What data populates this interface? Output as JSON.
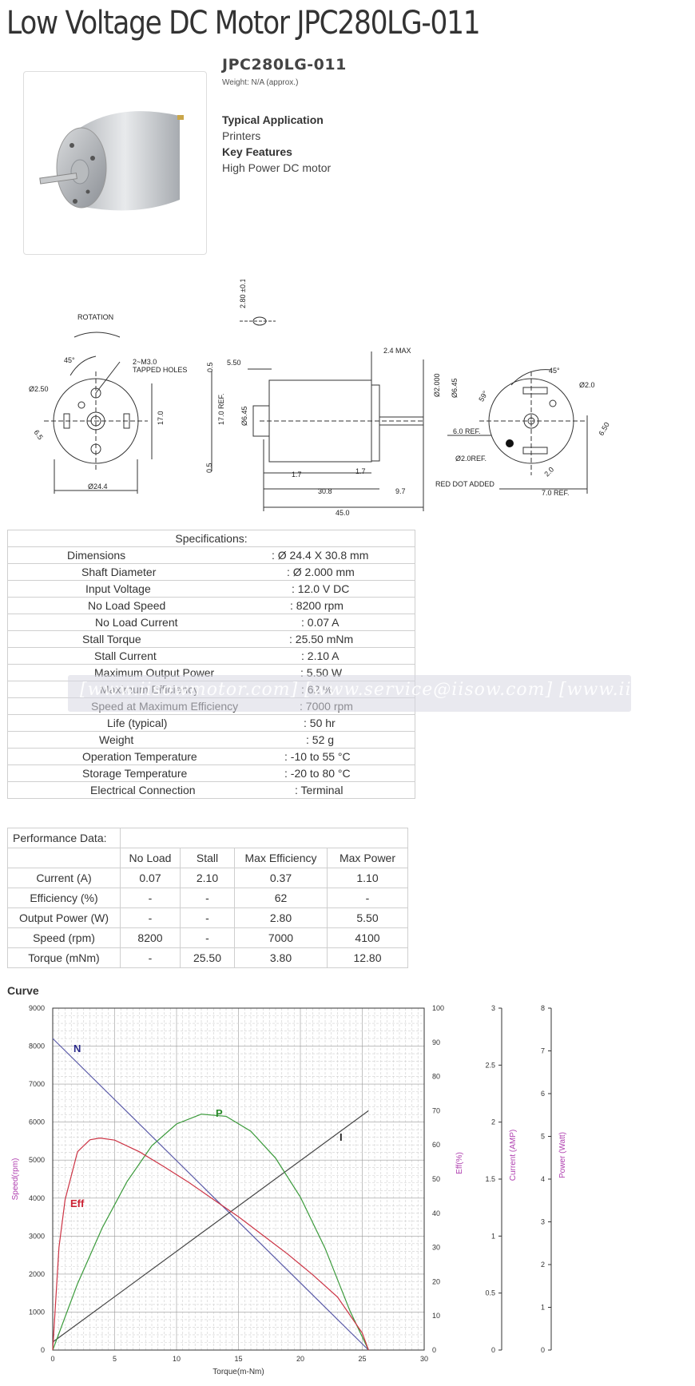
{
  "page": {
    "title": "Low Voltage DC Motor JPC280LG-011"
  },
  "product": {
    "model": "JPC280LG-011",
    "weight": "Weight: N/A (approx.)",
    "typical_application_label": "Typical Application",
    "typical_application": "Printers",
    "key_features_label": "Key Features",
    "key_features": "High Power DC motor"
  },
  "drawing": {
    "rotation": "ROTATION",
    "tapped_holes_1": "2~M3.0",
    "tapped_holes_2": "TAPPED HOLES",
    "angle_45": "45°",
    "angle_45b": "45°",
    "angle_59": "59°",
    "d250": "Ø2.50",
    "d244": "Ø24.4",
    "d17": "17.0",
    "d65": "6.5",
    "d280": "2.80 ±0.1",
    "d550": "5.50",
    "d05a": "0.5",
    "d05b": "0.5",
    "d170ref": "17.0 REF.",
    "d645": "Ø6.45",
    "d645b": "Ø6.45",
    "d2000": "Ø2.000",
    "d24max": "2.4 MAX",
    "d17a": "1.7",
    "d17b": "1.7",
    "d308": "30.8",
    "d97": "9.7",
    "d450": "45.0",
    "d20": "Ø2.0",
    "d60ref": "6.0 REF.",
    "d20ref": "Ø2.0REF.",
    "d650": "6.50",
    "d20b": "2.0",
    "d70ref": "7.0 REF.",
    "red_dot": "RED DOT ADDED"
  },
  "specifications": {
    "header": "Specifications:",
    "rows": [
      {
        "key": "Dimensions",
        "value": ":  Ø 24.4 X 30.8 mm"
      },
      {
        "key": "Shaft Diameter",
        "value": ":  Ø 2.000 mm"
      },
      {
        "key": "Input Voltage",
        "value": ":  12.0 V DC"
      },
      {
        "key": "No Load Speed",
        "value": ":  8200 rpm"
      },
      {
        "key": "No Load Current",
        "value": ":  0.07 A"
      },
      {
        "key": "Stall Torque",
        "value": ":  25.50 mNm"
      },
      {
        "key": "Stall Current",
        "value": ":  2.10 A"
      },
      {
        "key": "Maximum Output Power",
        "value": ":  5.50 W"
      },
      {
        "key": "Maximum Efficiency",
        "value": ":  62 %"
      },
      {
        "key": "Speed at Maximum Efficiency",
        "value": ":  7000 rpm"
      },
      {
        "key": "Life (typical)",
        "value": ":  50 hr"
      },
      {
        "key": "Weight",
        "value": ":  52 g"
      },
      {
        "key": "Operation Temperature",
        "value": ":  -10 to 55 °C"
      },
      {
        "key": "Storage Temperature",
        "value": ":  -20 to 80 °C"
      },
      {
        "key": "Electrical Connection",
        "value": ":  Terminal"
      }
    ]
  },
  "watermark": "[www.iisowmotor.com] [www.service@iisow.com] [www.iisow.com]",
  "performance": {
    "header": "Performance Data:",
    "columns": [
      "No Load",
      "Stall",
      "Max Efficiency",
      "Max Power"
    ],
    "rows": [
      {
        "label": "Current (A)",
        "cells": [
          "0.07",
          "2.10",
          "0.37",
          "1.10"
        ]
      },
      {
        "label": "Efficiency (%)",
        "cells": [
          "-",
          "-",
          "62",
          "-"
        ]
      },
      {
        "label": "Output Power (W)",
        "cells": [
          "-",
          "-",
          "2.80",
          "5.50"
        ]
      },
      {
        "label": "Speed (rpm)",
        "cells": [
          "8200",
          "-",
          "7000",
          "4100"
        ]
      },
      {
        "label": "Torque (mNm)",
        "cells": [
          "-",
          "25.50",
          "3.80",
          "12.80"
        ]
      }
    ]
  },
  "curve_section": {
    "label": "Curve"
  },
  "chart_data": {
    "type": "line",
    "xlabel": "Torque(m-Nm)",
    "ylabel": "Speed(rpm)",
    "y2label": "Eff(%)",
    "y3label": "Current (AMP)",
    "y4label": "Power (Watt)",
    "xlim": [
      0,
      30
    ],
    "ylim": [
      0,
      9000
    ],
    "y2lim": [
      0,
      100
    ],
    "y3lim": [
      0,
      3
    ],
    "y4lim": [
      0,
      8
    ],
    "x_ticks": [
      "0",
      "5",
      "10",
      "15",
      "20",
      "25",
      "30"
    ],
    "y_ticks": [
      "0",
      "1000",
      "2000",
      "3000",
      "4000",
      "5000",
      "6000",
      "7000",
      "8000",
      "9000"
    ],
    "y2_ticks": [
      "0",
      "10",
      "20",
      "30",
      "40",
      "50",
      "60",
      "70",
      "80",
      "90",
      "100"
    ],
    "y3_ticks": [
      "0",
      "0.5",
      "1",
      "1.5",
      "2",
      "2.5",
      "3"
    ],
    "y4_ticks": [
      "0",
      "1",
      "2",
      "3",
      "4",
      "5",
      "6",
      "7",
      "8"
    ],
    "grid": true,
    "series": [
      {
        "name": "N",
        "color": "#5a5aa8",
        "axis": "speed",
        "x": [
          0,
          25.5
        ],
        "y": [
          8200,
          0
        ]
      },
      {
        "name": "I",
        "color": "#444444",
        "axis": "current",
        "x": [
          0,
          25.5
        ],
        "y": [
          0.07,
          2.1
        ]
      },
      {
        "name": "P",
        "color": "#3a9a3a",
        "axis": "power",
        "x": [
          0,
          2,
          4,
          6,
          8,
          10,
          12,
          12.8,
          14,
          16,
          18,
          20,
          22,
          24,
          25.5
        ],
        "y": [
          0,
          1.55,
          2.86,
          3.94,
          4.78,
          5.29,
          5.52,
          5.5,
          5.47,
          5.12,
          4.49,
          3.58,
          2.38,
          0.92,
          0
        ]
      },
      {
        "name": "Eff",
        "color": "#cc3344",
        "axis": "eff",
        "x": [
          0,
          0.5,
          1,
          2,
          3,
          3.8,
          5,
          7,
          9,
          11,
          13,
          15,
          17,
          19,
          21,
          23,
          25,
          25.5
        ],
        "y": [
          0,
          30,
          44,
          58,
          61.5,
          62,
          61.4,
          58,
          53.6,
          49,
          44,
          39,
          33.5,
          28,
          22,
          15.5,
          5,
          0
        ]
      }
    ],
    "labels": {
      "N": "N",
      "P": "P",
      "I": "I",
      "Eff": "Eff"
    }
  }
}
